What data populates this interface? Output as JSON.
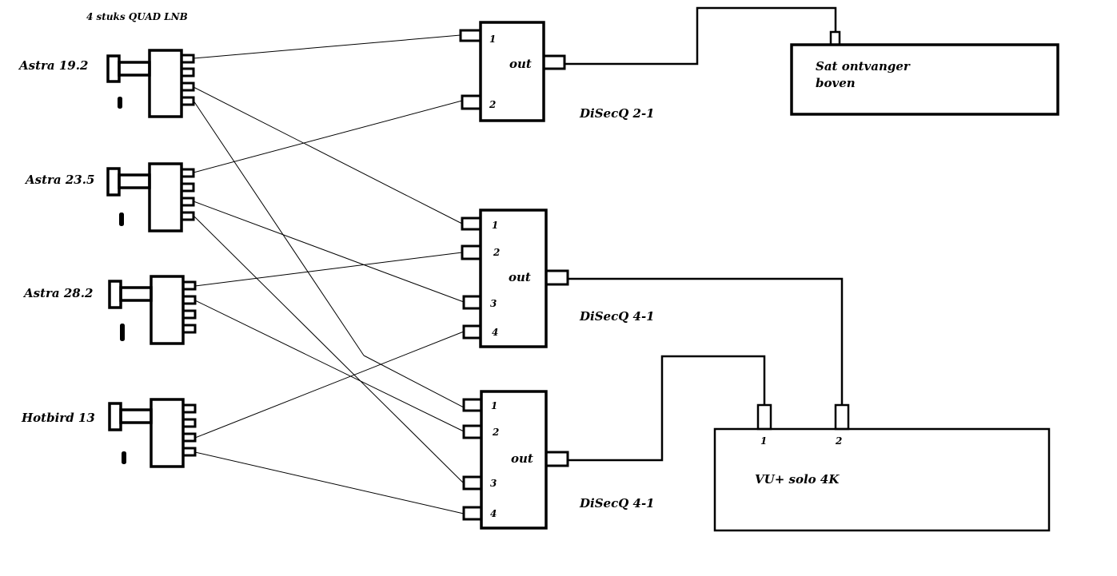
{
  "title": "4 stuks QUAD LNB",
  "lnbs": [
    {
      "id": "astra192",
      "label": "Astra 19.2"
    },
    {
      "id": "astra235",
      "label": "Astra 23.5"
    },
    {
      "id": "astra282",
      "label": "Astra 28.2"
    },
    {
      "id": "hotbird13",
      "label": "Hotbird 13"
    }
  ],
  "switches": [
    {
      "id": "sw1",
      "name": "DiSecQ  2-1",
      "out_label": "out",
      "ports": [
        "1",
        "2"
      ]
    },
    {
      "id": "sw2",
      "name": "DiSecQ  4-1",
      "out_label": "out",
      "ports": [
        "1",
        "2",
        "3",
        "4"
      ]
    },
    {
      "id": "sw3",
      "name": "DiSecQ  4-1",
      "out_label": "out",
      "ports": [
        "1",
        "2",
        "3",
        "4"
      ]
    }
  ],
  "receivers": {
    "top": {
      "line1": "Sat ontvanger",
      "line2": "boven"
    },
    "vu": {
      "label": "VU+  solo 4K",
      "port1": "1",
      "port2": "2"
    }
  }
}
